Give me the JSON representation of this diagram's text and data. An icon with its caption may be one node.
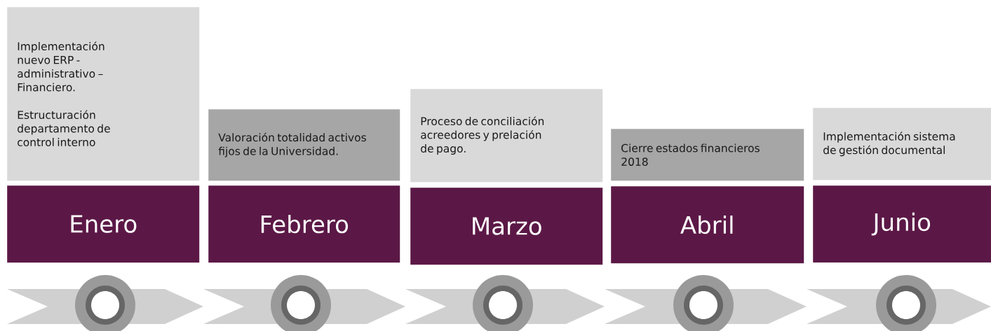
{
  "diagram": {
    "nodes": [
      {
        "text": [
          "Implementación nuevo ERP - administrativo – Financiero.",
          "Estructuración departamento de control interno"
        ]
      },
      {
        "text": [
          "Enero"
        ]
      },
      {
        "text": [
          "Valoración totalidad activos fijos de la Universidad."
        ]
      },
      {
        "text": [
          "Febrero"
        ]
      },
      {
        "text": [
          "Proceso de conciliación acreedores y prelación de pago."
        ]
      },
      {
        "text": [
          "Marzo"
        ]
      },
      {
        "text": [
          "Cierre estados financieros 2018"
        ]
      },
      {
        "text": [
          "Abril"
        ]
      },
      {
        "text": [
          "Implementación sistema de gestión documental"
        ]
      },
      {
        "text": [
          "Junio"
        ]
      }
    ]
  }
}
